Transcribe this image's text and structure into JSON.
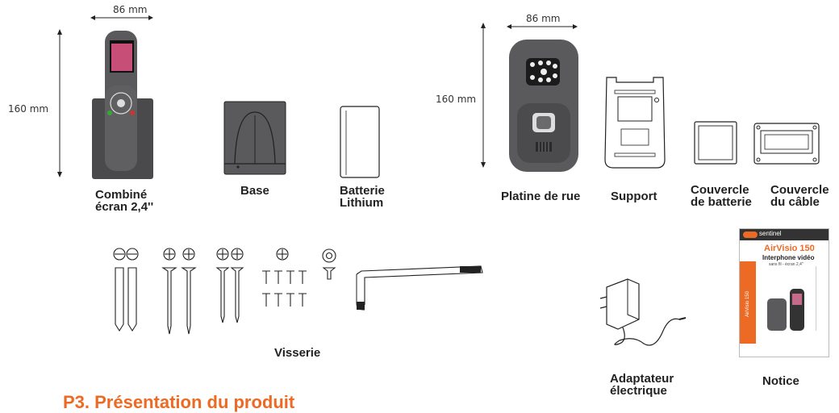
{
  "dimensions": {
    "handset_width": "86 mm",
    "handset_height": "160 mm",
    "plate_width": "86 mm",
    "plate_height": "160 mm"
  },
  "items": {
    "handset": [
      "Combiné",
      "écran 2,4''"
    ],
    "base": "Base",
    "battery": [
      "Batterie",
      "Lithium"
    ],
    "street_plate": "Platine de rue",
    "support": "Support",
    "battery_cover": [
      "Couvercle",
      "de batterie"
    ],
    "cable_cover": [
      "Couvercle",
      "du câble"
    ],
    "screws": "Visserie",
    "adapter": [
      "Adaptateur",
      "électrique"
    ],
    "manual": "Notice"
  },
  "manual_cover": {
    "brand": "sentinel",
    "product": "AirVisio 150",
    "subtitle": "Interphone vidéo",
    "tagline": "sans fil - écran 2,4''",
    "spine": "AirVisio 150"
  },
  "section_heading": "P3. Présentation du produit",
  "colors": {
    "accent": "#ec6a24",
    "device": "#5a5a5c",
    "device_dark": "#3f3f41"
  }
}
